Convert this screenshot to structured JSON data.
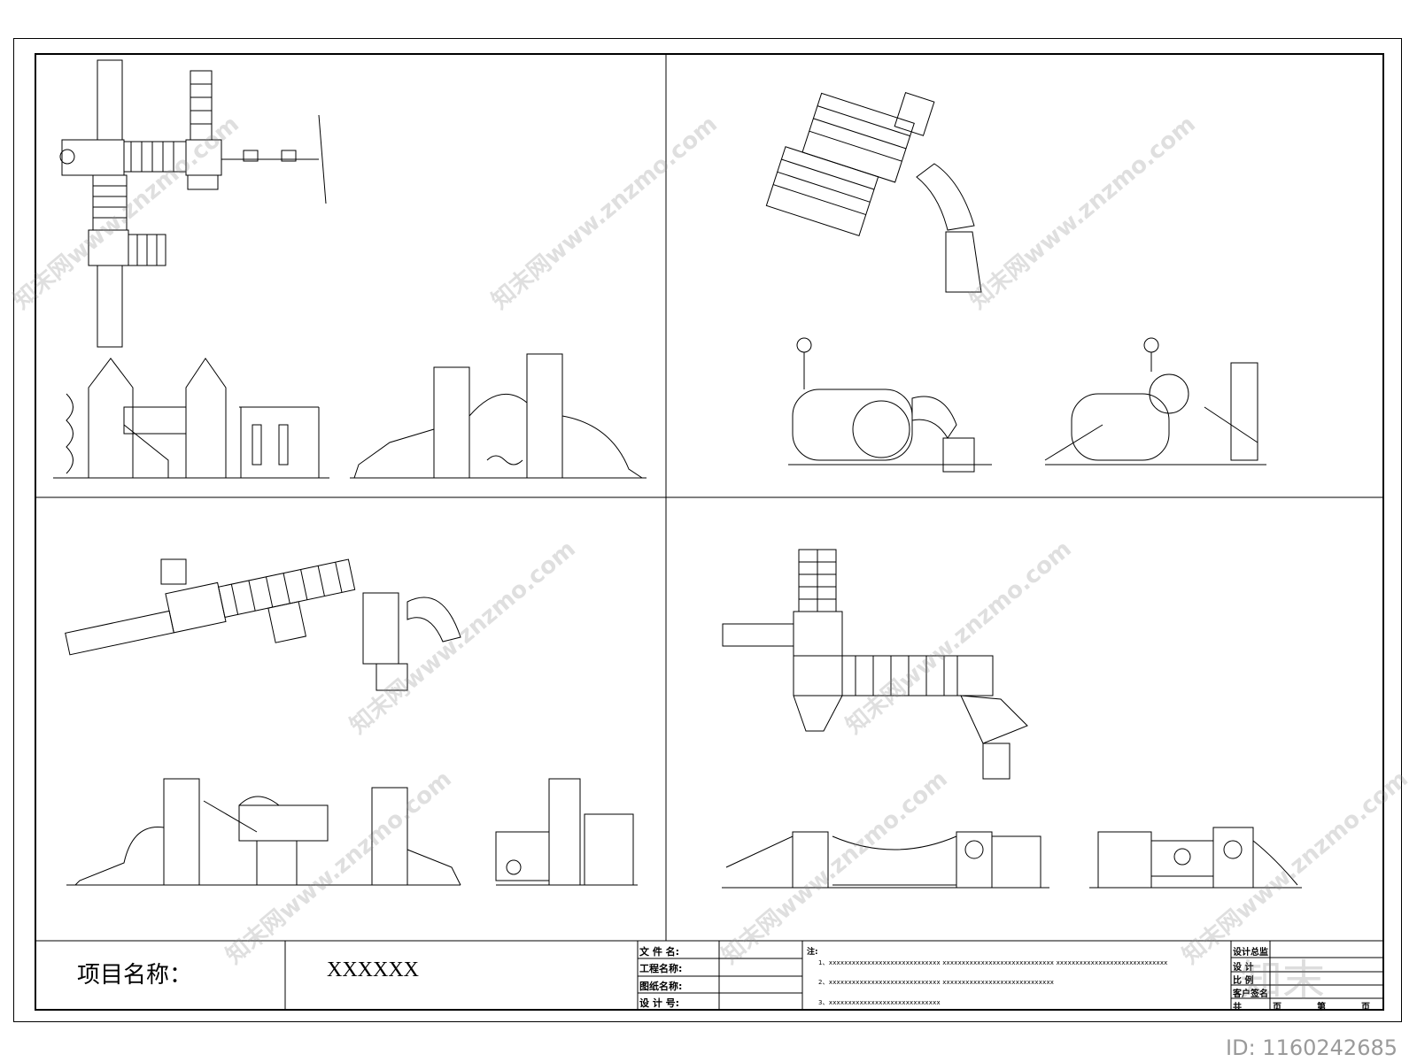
{
  "title_block": {
    "project_label": "项目名称：",
    "project_value": "XXXXXX",
    "fields": [
      "文 件 名:",
      "工程名称:",
      "图纸名称:",
      "设 计 号:"
    ],
    "notes_label": "注:",
    "notes": [
      "1、xxxxxxxxxxxxxxxxxxxxxxxxxxxxx     xxxxxxxxxxxxxxxxxxxxxxxxxxxxx     xxxxxxxxxxxxxxxxxxxxxxxxxxxxx",
      "2、xxxxxxxxxxxxxxxxxxxxxxxxxxxxx     xxxxxxxxxxxxxxxxxxxxxxxxxxxxx",
      "3、xxxxxxxxxxxxxxxxxxxxxxxxxxxxx"
    ],
    "right_fields": [
      "设计总监",
      "设  计",
      "比  例",
      "客户签名"
    ],
    "footer": {
      "total": "共",
      "page_unit": "页",
      "sheet": "第",
      "sheet_unit": "页"
    }
  },
  "watermark": {
    "text": "知末网www.znzmo.com",
    "logo": "知末"
  },
  "id_tag": "ID: 1160242685"
}
